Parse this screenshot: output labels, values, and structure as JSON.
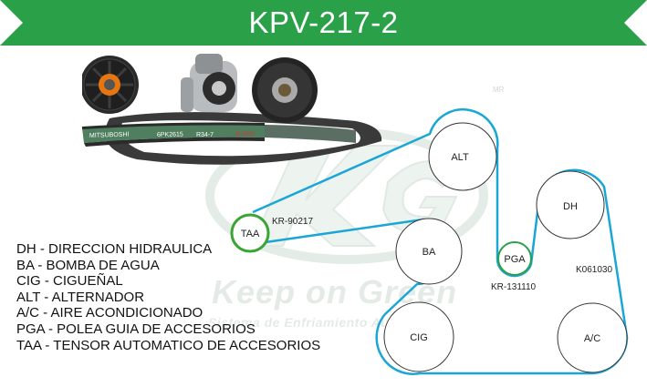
{
  "banner": {
    "title": "KPV-217-2",
    "color": "#2aa048"
  },
  "legend": [
    "DH - DIRECCION HIDRAULICA",
    "BA - BOMBA DE AGUA",
    "CIG - CIGUEÑAL",
    "ALT - ALTERNADOR",
    "A/C - AIRE ACONDICIONADO",
    "PGA - POLEA GUIA DE ACCESORIOS",
    "TAA - TENSOR AUTOMATICO DE ACCESORIOS"
  ],
  "watermark": {
    "slogan": "Keep on Green",
    "subtitle": "Sistema de Enfriamiento Automotriz",
    "mark": "MR"
  },
  "belt_photo": {
    "brand": "MITSUBOSHI",
    "codes": [
      "6PK2615",
      "R34-7",
      "N12063"
    ]
  },
  "pulleys": {
    "alt": "ALT",
    "dh": "DH",
    "taa": "TAA",
    "ba": "BA",
    "pga": "PGA",
    "cig": "CIG",
    "ac": "A/C"
  },
  "part_numbers": {
    "taa": "KR-90217",
    "pga": "KR-131110",
    "dh": "K061030"
  },
  "colors": {
    "belt": "#1aa6d6",
    "tensor_ring": "#3aa535",
    "pulley_stroke": "#333333"
  }
}
